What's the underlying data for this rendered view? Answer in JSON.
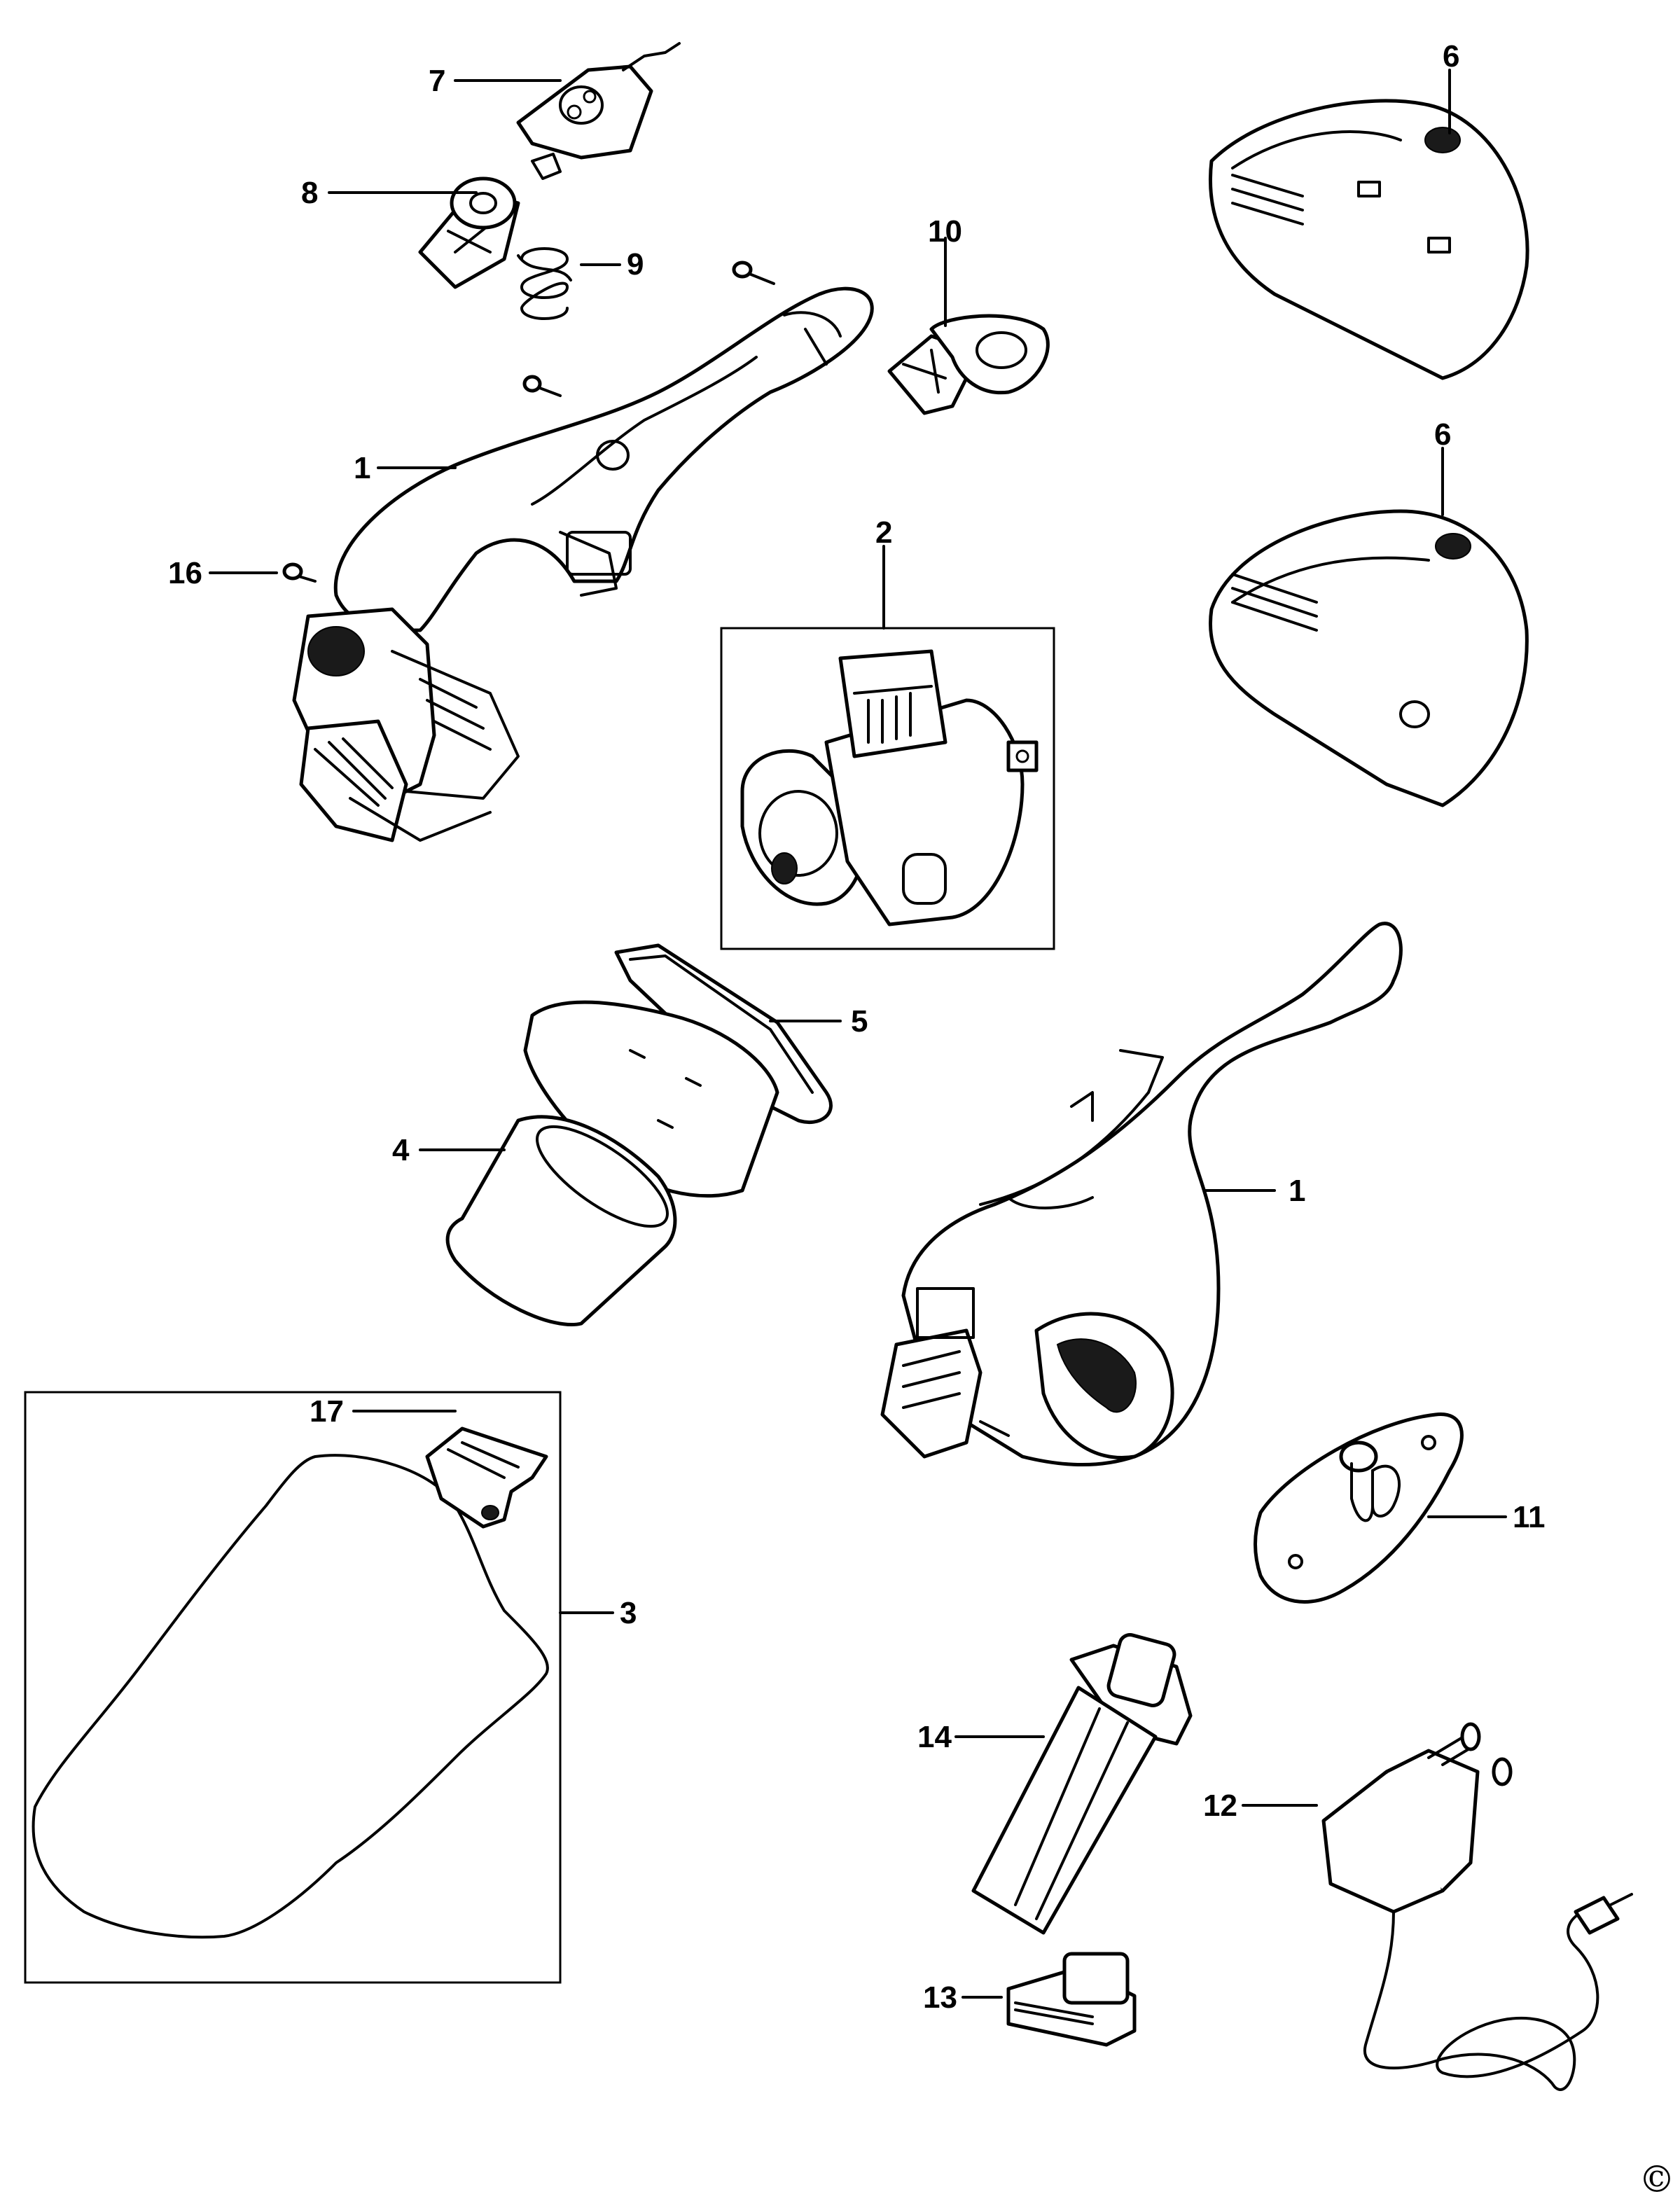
{
  "labels": {
    "p1_top": "1",
    "p1_bottom": "1",
    "p2": "2",
    "p3": "3",
    "p4": "4",
    "p5": "5",
    "p6_top": "6",
    "p6_bottom": "6",
    "p7": "7",
    "p8": "8",
    "p9": "9",
    "p10": "10",
    "p11": "11",
    "p12": "12",
    "p13": "13",
    "p14": "14",
    "p16": "16",
    "p17": "17"
  },
  "copyright_symbol": "©"
}
